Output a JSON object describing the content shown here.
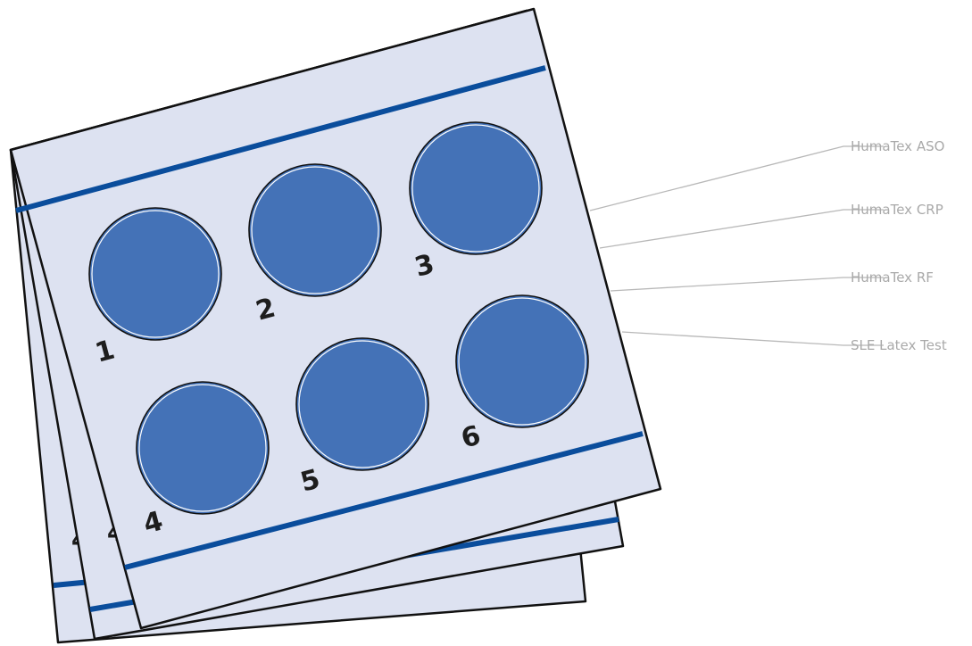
{
  "card_labels": [
    "HumaTex ASO",
    "HumaTex CRP",
    "HumaTex RF",
    "SLE Latex Test"
  ],
  "well_numbers": [
    "1",
    "2",
    "3",
    "4",
    "5",
    "6"
  ],
  "colors": {
    "card_fill": "#dde2f1",
    "stripe": "#0a4d9c",
    "well": "#4472b7",
    "outline": "#111111",
    "label_text": "#a9a9a9"
  }
}
